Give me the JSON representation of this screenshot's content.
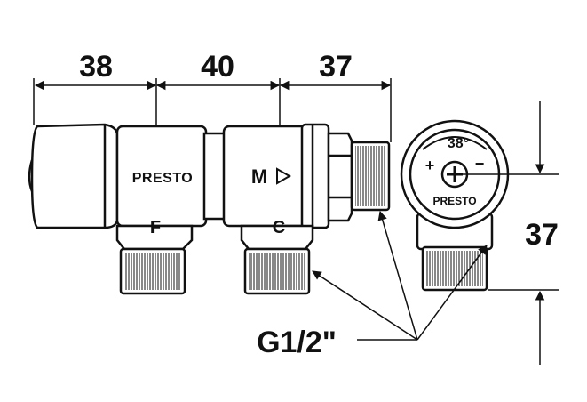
{
  "dimensions": {
    "top_left": "38",
    "top_middle": "40",
    "top_right": "37",
    "side_height": "37"
  },
  "labels": {
    "brand": "PRESTO",
    "brand_dial": "PRESTO",
    "mix_marker": "M",
    "hot_port": "F",
    "cold_port": "C",
    "dial_temp": "38°",
    "dial_plus": "+",
    "dial_minus": "−",
    "thread_spec": "G1/2\""
  },
  "colors": {
    "line": "#111111",
    "background": "#ffffff"
  }
}
